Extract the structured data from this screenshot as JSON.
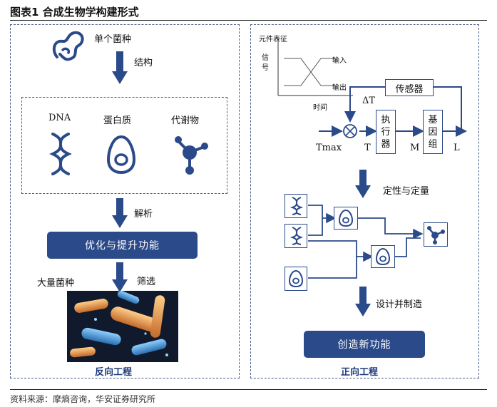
{
  "header": {
    "title": "图表1  合成生物学构建形式"
  },
  "left_panel": {
    "single_strain": "单个菌种",
    "structure": "结构",
    "components": [
      "DNA",
      "蛋白质",
      "代谢物"
    ],
    "analysis": "解析",
    "optimize_button": "优化与提升功能",
    "many_strains": "大量菌种",
    "screening": "筛选",
    "caption": "反向工程"
  },
  "right_panel": {
    "graph": {
      "y_axis_label": "元件表征",
      "signal_label": [
        "信",
        "号"
      ],
      "input_label": "输入",
      "output_label": "输出",
      "time_label": "时间"
    },
    "control": {
      "sensor": "传感器",
      "delta_t": "ΔT",
      "actuator": [
        "执",
        "行",
        "器"
      ],
      "genome": [
        "基",
        "因",
        "组"
      ],
      "tmax": "Tmax",
      "t": "T",
      "m": "M",
      "l": "L"
    },
    "qual_quant": "定性与定量",
    "design_manufacture": "设计并制造",
    "create_button": "创造新功能",
    "caption": "正向工程"
  },
  "footer": {
    "source": "资料来源：摩熵咨询，华安证券研究所"
  },
  "colors": {
    "accent": "#2b4a8a",
    "dash": "#4a5e8a",
    "caption": "#1f3a7a"
  }
}
